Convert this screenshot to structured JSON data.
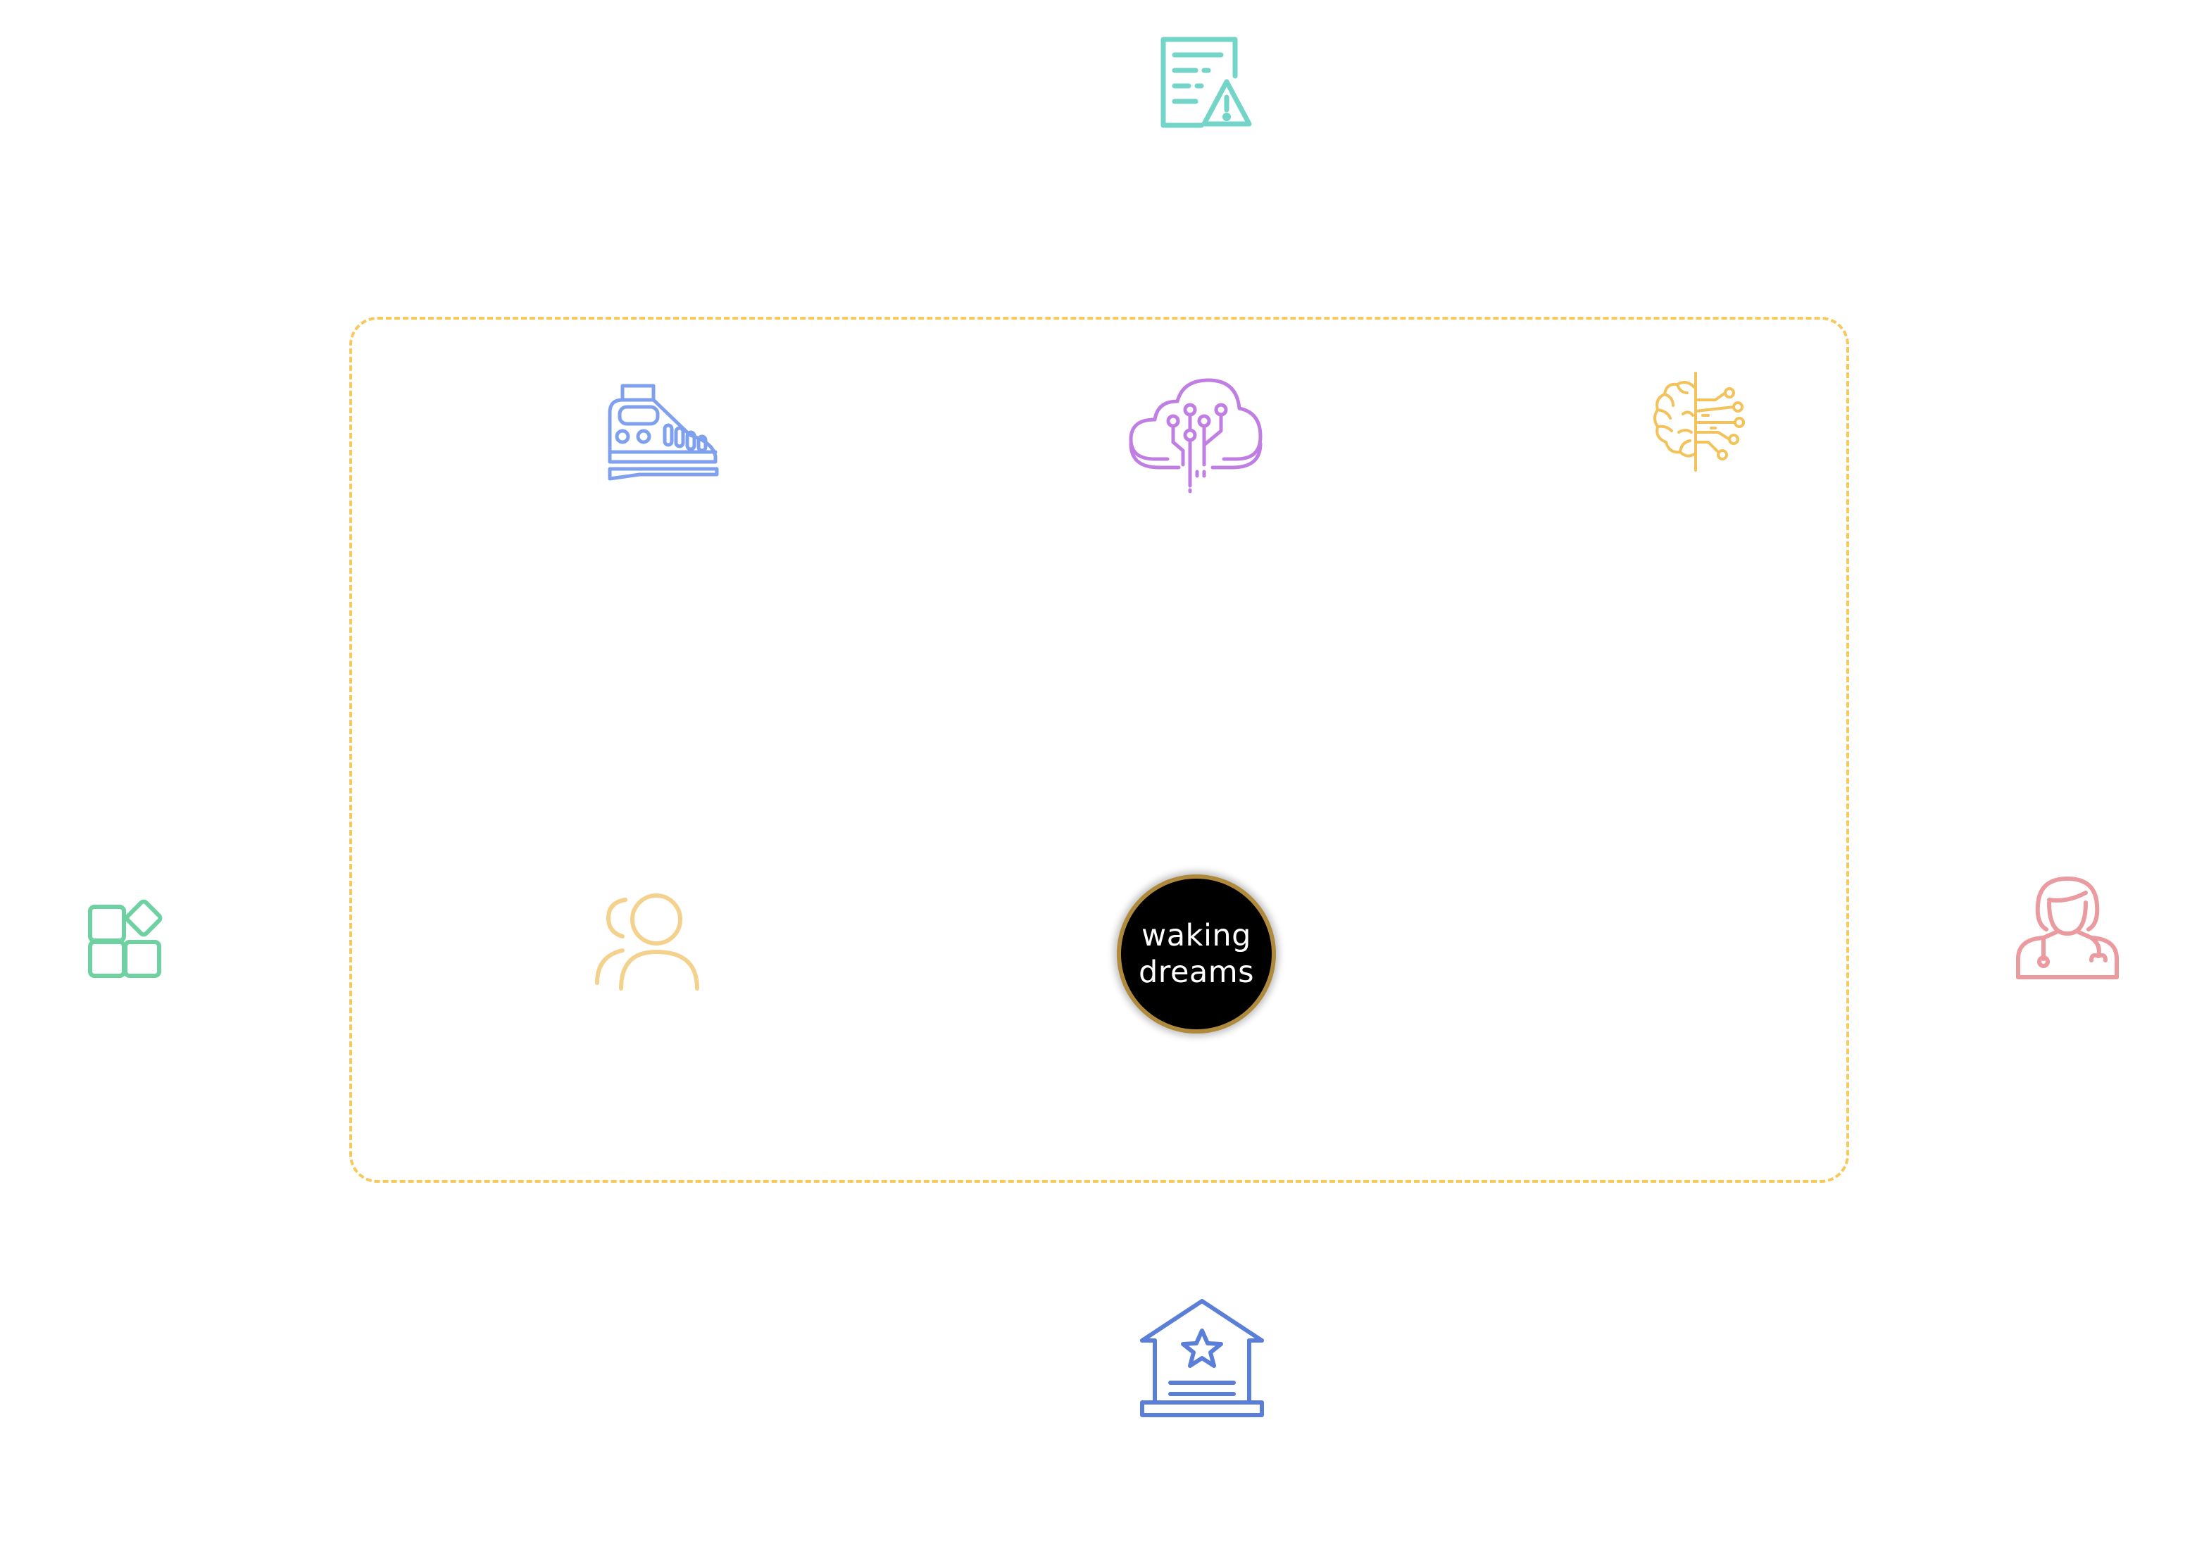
{
  "logo": {
    "line1": "waking",
    "line2": "dreams",
    "background": "#000000",
    "ring_color": "#b08a3c",
    "text_color": "#ffffff"
  },
  "frame": {
    "style": "dashed",
    "color": "#f6c95a"
  },
  "icons": [
    {
      "name": "document-warning-icon",
      "color": "#72d5c8"
    },
    {
      "name": "train-icon",
      "color": "#7fa0ec"
    },
    {
      "name": "cloud-circuit-icon",
      "color": "#c07ee3"
    },
    {
      "name": "ai-brain-icon",
      "color": "#f3c25a"
    },
    {
      "name": "users-icon",
      "color": "#f4d28e"
    },
    {
      "name": "apps-icon",
      "color": "#6ed1a2"
    },
    {
      "name": "doctor-icon",
      "color": "#eb9a9f"
    },
    {
      "name": "hall-of-fame-icon",
      "color": "#5b7fd8"
    }
  ]
}
